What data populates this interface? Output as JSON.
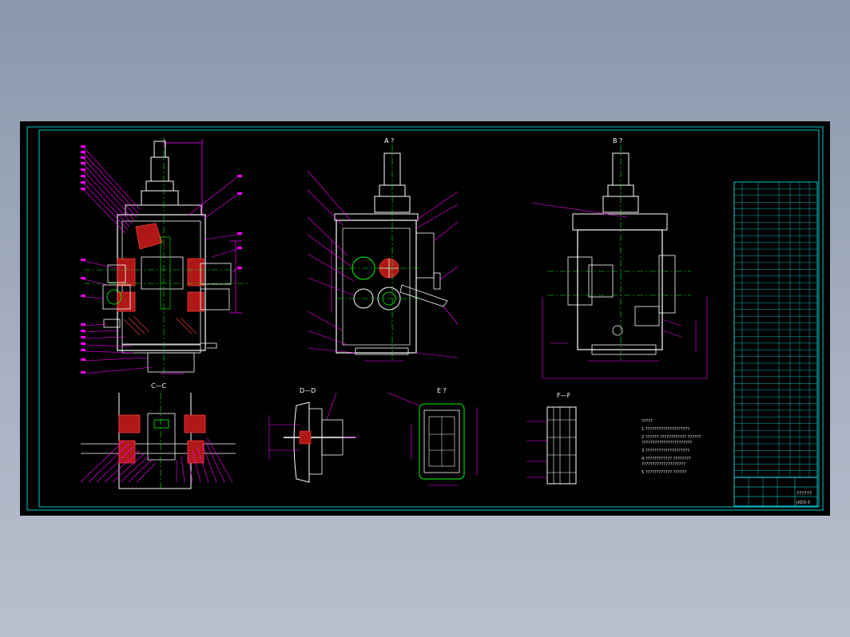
{
  "drawing": {
    "background": "#000000",
    "frame_color": "#00c8c8",
    "colors": {
      "outline": "#ffffff",
      "leader": "#ff00ff",
      "centerline": "#00ff00",
      "section_fill": "#b01818",
      "hatch": "#ff3a3a",
      "dimension": "#ff00ff",
      "table_line": "#00ffff",
      "table_text": "#e8e8e8"
    },
    "views": {
      "view_a_label": "A ?",
      "view_b_label": "B ?",
      "section_c_label": "C—C",
      "section_d_label": "D—D",
      "view_e_label": "E ?",
      "section_f_label": "F—F"
    },
    "notes": {
      "heading": "?????",
      "lines": [
        "1  ????????????????????",
        "2  ??????  ????????????  ??????",
        "   ???????????????????????",
        "3  ????????????????????",
        "4  ????????????  ????????",
        "   ????????????????????",
        "5  ????????????  ??????"
      ]
    },
    "title_block": {
      "title_text": "??????",
      "drawing_number": "JXD3-3"
    }
  }
}
